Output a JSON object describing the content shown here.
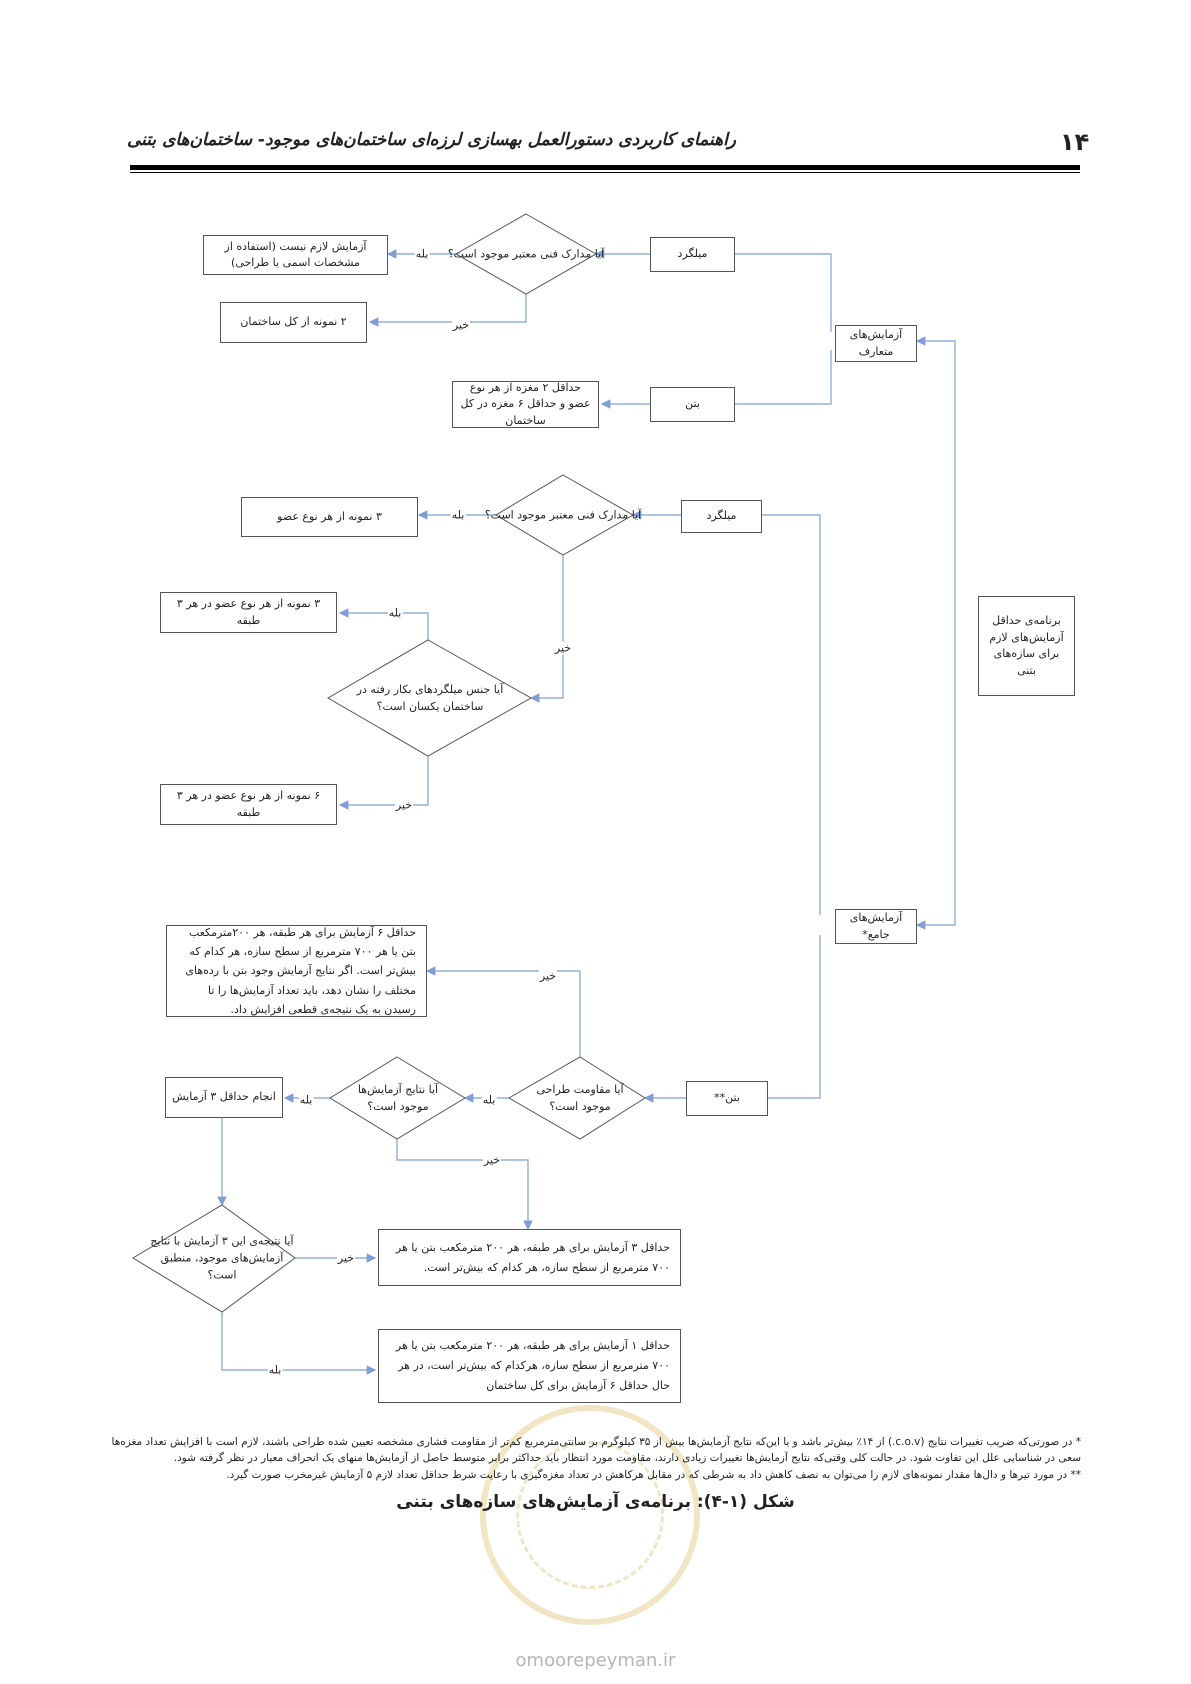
{
  "header": {
    "page_number": "۱۴",
    "title": "راهنمای کاربردی دستورالعمل بهسازی لرزه‌ای ساختمان‌های موجود- ساختمان‌های بتنی"
  },
  "nodes": {
    "root": "برنامه‌ی حداقل آزمایش‌های لازم برای سازه‌های بتنی",
    "conventional": "آزمایش‌های متعارف",
    "comprehensive": "آزمایش‌های جامع*",
    "rebar1": "میلگرد",
    "q_docs1": "آیا مدارک فنی معتبر موجود است؟",
    "no_test": "آزمایش لازم نیست (استفاده از مشخصات اسمی یا طراحی)",
    "two_samples": "۲ نمونه از کل ساختمان",
    "concrete1": "بتن",
    "cores": "حداقل ۲ مغزه از هر نوع عضو و حداقل ۶ مغزه در کل ساختمان",
    "rebar2": "میلگرد",
    "q_docs2": "آیا مدارک فنی معتبر موجود است؟",
    "three_per_member": "۳ نمونه از هر نوع عضو",
    "three_per_3floors": "۳ نمونه از هر نوع عضو در هر ۳ طبقه",
    "q_same_rebar": "آیا جنس میلگردهای بکار رفته در ساختمان یکسان است؟",
    "six_per_3floors": "۶ نمونه از هر نوع عضو در هر ۳ طبقه",
    "min6_tests": "حداقل ۶ آزمایش برای هر طبقه، هر ۲۰۰مترمکعب بتن یا هر ۷۰۰ مترمربع از سطح سازه، هر کدام که بیش‌تر است. اگر نتایج آزمایش وجود بتن با رده‌های مختلف را نشان دهد، باید تعداد آزمایش‌ها را تا رسیدن به یک نتیجه‌ی قطعی افزایش داد.",
    "concrete2": "بتن**",
    "q_design_strength": "آیا مقاومت طراحی موجود است؟",
    "q_test_results": "آیا نتایج آزمایش‌ها موجود است؟",
    "min3_do": "انجام حداقل ۳ آزمایش",
    "min3_tests": "حداقل ۳ آزمایش برای هر طبقه، هر ۲۰۰ مترمکعب بتن یا هر ۷۰۰ مترمربع از سطح سازه، هر کدام که بیش‌تر است.",
    "q_match": "آیا نتیجه‌ی این ۳ آزمایش با نتایج آزمایش‌های موجود، منطبق است؟",
    "min1_tests": "حداقل ۱ آزمایش برای هر طبقه، هر ۲۰۰ مترمکعب بتن یا هر ۷۰۰ مترمربع از سطح سازه، هرکدام که بیش‌تر است، در هر حال حداقل ۶ آزمایش برای کل ساختمان"
  },
  "edge_labels": {
    "yes": "بله",
    "no": "خیر"
  },
  "footnotes": [
    "* در صورتی‌که ضریب تغییرات نتایج (c.o.v.) از ۱۴٪ بیش‌تر باشد و یا این‌که نتایج آزمایش‌ها بیش از ۳۵ کیلوگرم بر سانتی‌مترمربع کم‌تر از مقاومت فشاری مشخصه تعیین شده طراحی باشند، لازم است با افزایش تعداد مغزه‌ها سعی در شناسایی علل این تفاوت شود. در حالت کلی وقتی‌که نتایج آزمایش‌ها تغییرات زیادی دارند، مقاومت مورد انتظار باید حداکثر برابر متوسط حاصل از آزمایش‌ها منهای یک انحراف معیار در نظر گرفته شود.",
    "** در مورد تیرها و دال‌ها مقدار نمونه‌های لازم را می‌توان به نصف کاهش داد به شرطی که در مقابل هرکاهش در تعداد مغزه‌گیری با رعایت شرط حداقل تعداد لازم ۵ آزمایش غیرمخرب صورت گیرد."
  ],
  "caption": "شکل (۱-۴): برنامه‌ی آزمایش‌های سازه‌های بتنی",
  "watermark_site": "omoorepeyman.ir",
  "colors": {
    "connector": "#7f9fd4",
    "box_border": "#555555"
  }
}
